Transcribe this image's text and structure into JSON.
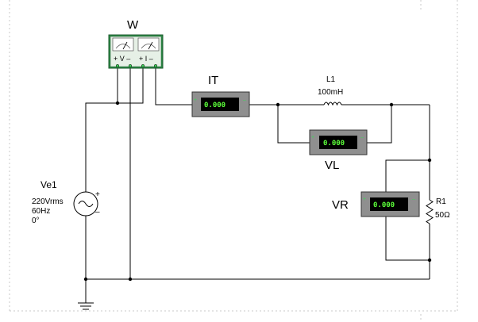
{
  "wattmeter": {
    "name": "W",
    "v_label": "+ V –",
    "i_label": "+ I –"
  },
  "ammeter": {
    "name": "IT",
    "reading": "0.000"
  },
  "inductor": {
    "ref": "L1",
    "value": "100mH"
  },
  "voltmeter_l": {
    "name": "VL",
    "reading": "0.000"
  },
  "voltmeter_r": {
    "name": "VR",
    "reading": "0.000"
  },
  "resistor": {
    "ref": "R1",
    "value": "50Ω"
  },
  "source": {
    "ref": "Ve1",
    "voltage": "220Vrms",
    "frequency": "60Hz",
    "phase": "0°"
  },
  "colors": {
    "instrument_body": "#8f8f8f",
    "lcd_background": "#000000",
    "lcd_text": "#5cff3a",
    "wattmeter_body": "#2f8f4a",
    "terminal": "#3fd35a"
  }
}
